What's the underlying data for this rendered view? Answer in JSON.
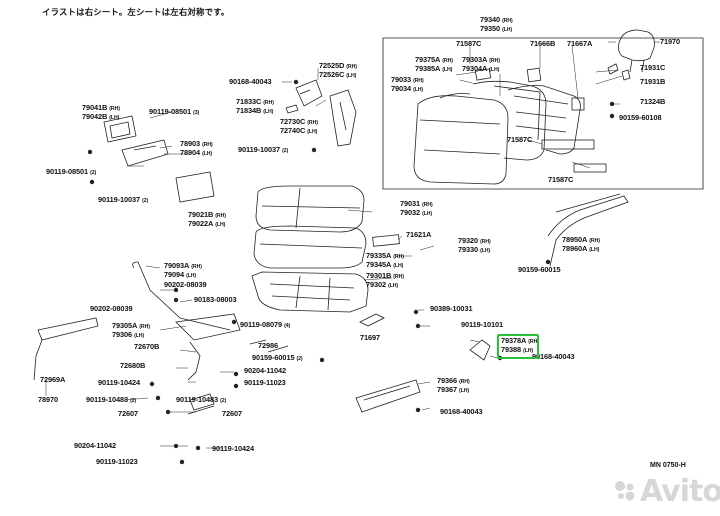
{
  "header_note": "イラストは右シート。左シートは左右対称です。",
  "diagram_code": "MN 0750-H",
  "watermark": "Avito",
  "colors": {
    "line": "#222222",
    "part": "#555555",
    "highlight": "#27c23a",
    "watermark": "#d7d7d7"
  },
  "labels": [
    {
      "id": "79340",
      "lines": [
        [
          "79340",
          "(RH)"
        ],
        [
          "79350",
          "(LH)"
        ]
      ]
    },
    {
      "id": "71587c-a",
      "lines": [
        [
          "71587C",
          ""
        ]
      ]
    },
    {
      "id": "71666b",
      "lines": [
        [
          "71666B",
          ""
        ]
      ]
    },
    {
      "id": "71667a",
      "lines": [
        [
          "71667A",
          ""
        ]
      ]
    },
    {
      "id": "71970",
      "lines": [
        [
          "71970",
          ""
        ]
      ]
    },
    {
      "id": "79375a",
      "lines": [
        [
          "79375A",
          "(RH)"
        ],
        [
          "79385A",
          "(LH)"
        ]
      ]
    },
    {
      "id": "79303a",
      "lines": [
        [
          "79303A",
          "(RH)"
        ],
        [
          "79304A",
          "(LH)"
        ]
      ]
    },
    {
      "id": "79033",
      "lines": [
        [
          "79033",
          "(RH)"
        ],
        [
          "79034",
          "(LH)"
        ]
      ]
    },
    {
      "id": "71931c",
      "lines": [
        [
          "71931C",
          ""
        ]
      ]
    },
    {
      "id": "71931b",
      "lines": [
        [
          "71931B",
          ""
        ]
      ]
    },
    {
      "id": "71324b",
      "lines": [
        [
          "71324B",
          ""
        ]
      ]
    },
    {
      "id": "90159-60108",
      "lines": [
        [
          "90159-60108",
          ""
        ]
      ]
    },
    {
      "id": "71587c-b",
      "lines": [
        [
          "71587C",
          ""
        ]
      ]
    },
    {
      "id": "71587c-c",
      "lines": [
        [
          "71587C",
          ""
        ]
      ]
    },
    {
      "id": "90168-40043a",
      "lines": [
        [
          "90168-40043",
          ""
        ]
      ]
    },
    {
      "id": "72525d",
      "lines": [
        [
          "72525D",
          "(RH)"
        ],
        [
          "72526C",
          "(LH)"
        ]
      ]
    },
    {
      "id": "79041b",
      "lines": [
        [
          "79041B",
          "(RH)"
        ],
        [
          "79042B",
          "(LH)"
        ]
      ]
    },
    {
      "id": "71833c",
      "lines": [
        [
          "71833C",
          "(RH)"
        ],
        [
          "71834B",
          "(LH)"
        ]
      ]
    },
    {
      "id": "90119-08501-3",
      "lines": [
        [
          "90119-08501",
          "(3)"
        ]
      ]
    },
    {
      "id": "72730c",
      "lines": [
        [
          "72730C",
          "(RH)"
        ],
        [
          "72740C",
          "(LH)"
        ]
      ]
    },
    {
      "id": "78903",
      "lines": [
        [
          "78903",
          "(RH)"
        ],
        [
          "78904",
          "(LH)"
        ]
      ]
    },
    {
      "id": "90119-10037-2a",
      "lines": [
        [
          "90119-10037",
          "(2)"
        ]
      ]
    },
    {
      "id": "90119-08501-2",
      "lines": [
        [
          "90119-08501",
          "(2)"
        ]
      ]
    },
    {
      "id": "90119-10037-2b",
      "lines": [
        [
          "90119-10037",
          "(2)"
        ]
      ]
    },
    {
      "id": "79021b",
      "lines": [
        [
          "79021B",
          "(RH)"
        ],
        [
          "79022A",
          "(LH)"
        ]
      ]
    },
    {
      "id": "79031",
      "lines": [
        [
          "79031",
          "(RH)"
        ],
        [
          "79032",
          "(LH)"
        ]
      ]
    },
    {
      "id": "71621a",
      "lines": [
        [
          "71621A",
          ""
        ]
      ]
    },
    {
      "id": "79320",
      "lines": [
        [
          "79320",
          "(RH)"
        ],
        [
          "79330",
          "(LH)"
        ]
      ]
    },
    {
      "id": "79335a",
      "lines": [
        [
          "79335A",
          "(RH)"
        ],
        [
          "79345A",
          "(LH)"
        ]
      ]
    },
    {
      "id": "79301b",
      "lines": [
        [
          "79301B",
          "(RH)"
        ],
        [
          "79302",
          "(LH)"
        ]
      ]
    },
    {
      "id": "78950a",
      "lines": [
        [
          "78950A",
          "(RH)"
        ],
        [
          "78960A",
          "(LH)"
        ]
      ]
    },
    {
      "id": "90159-60015a",
      "lines": [
        [
          "90159-60015",
          ""
        ]
      ]
    },
    {
      "id": "79093a",
      "lines": [
        [
          "79093A",
          "(RH)"
        ],
        [
          "79094",
          "(LH)"
        ]
      ]
    },
    {
      "id": "90202-08039a",
      "lines": [
        [
          "90202-08039",
          ""
        ]
      ]
    },
    {
      "id": "90202-08039b",
      "lines": [
        [
          "90202-08039",
          ""
        ]
      ]
    },
    {
      "id": "90183-08003",
      "lines": [
        [
          "90183-08003",
          ""
        ]
      ]
    },
    {
      "id": "90389-10031",
      "lines": [
        [
          "90389-10031",
          ""
        ]
      ]
    },
    {
      "id": "90119-10101",
      "lines": [
        [
          "90119-10101",
          ""
        ]
      ]
    },
    {
      "id": "79305a",
      "lines": [
        [
          "79305A",
          "(RH)"
        ],
        [
          "79306",
          "(LH)"
        ]
      ]
    },
    {
      "id": "90119-08079",
      "lines": [
        [
          "90119-08079",
          "(4)"
        ]
      ]
    },
    {
      "id": "72670b",
      "lines": [
        [
          "72670B",
          ""
        ]
      ]
    },
    {
      "id": "72986",
      "lines": [
        [
          "72986",
          ""
        ]
      ]
    },
    {
      "id": "71697",
      "lines": [
        [
          "71697",
          ""
        ]
      ]
    },
    {
      "id": "79378a",
      "lines": [
        [
          "79378A",
          "(RH)"
        ],
        [
          "79388",
          "(LH)"
        ]
      ]
    },
    {
      "id": "90168-40043b",
      "lines": [
        [
          "90168-40043",
          ""
        ]
      ]
    },
    {
      "id": "72969a",
      "lines": [
        [
          "72969A",
          ""
        ]
      ]
    },
    {
      "id": "72680b",
      "lines": [
        [
          "72680B",
          ""
        ]
      ]
    },
    {
      "id": "90159-60015b",
      "lines": [
        [
          "90159-60015",
          "(2)"
        ]
      ]
    },
    {
      "id": "90204-11042a",
      "lines": [
        [
          "90204-11042",
          ""
        ]
      ]
    },
    {
      "id": "90119-10424a",
      "lines": [
        [
          "90119-10424",
          ""
        ]
      ]
    },
    {
      "id": "90119-11023a",
      "lines": [
        [
          "90119-11023",
          ""
        ]
      ]
    },
    {
      "id": "78970",
      "lines": [
        [
          "78970",
          ""
        ]
      ]
    },
    {
      "id": "90119-10483a",
      "lines": [
        [
          "90119-10483",
          "(2)"
        ]
      ]
    },
    {
      "id": "90119-10483b",
      "lines": [
        [
          "90119-10483",
          "(2)"
        ]
      ]
    },
    {
      "id": "72607a",
      "lines": [
        [
          "72607",
          ""
        ]
      ]
    },
    {
      "id": "72607b",
      "lines": [
        [
          "72607",
          ""
        ]
      ]
    },
    {
      "id": "79366",
      "lines": [
        [
          "79366",
          "(RH)"
        ],
        [
          "79367",
          "(LH)"
        ]
      ]
    },
    {
      "id": "90168-40043c",
      "lines": [
        [
          "90168-40043",
          ""
        ]
      ]
    },
    {
      "id": "90204-11042b",
      "lines": [
        [
          "90204-11042",
          ""
        ]
      ]
    },
    {
      "id": "90119-10424b",
      "lines": [
        [
          "90119-10424",
          ""
        ]
      ]
    },
    {
      "id": "90119-11023b",
      "lines": [
        [
          "90119-11023",
          ""
        ]
      ]
    }
  ]
}
